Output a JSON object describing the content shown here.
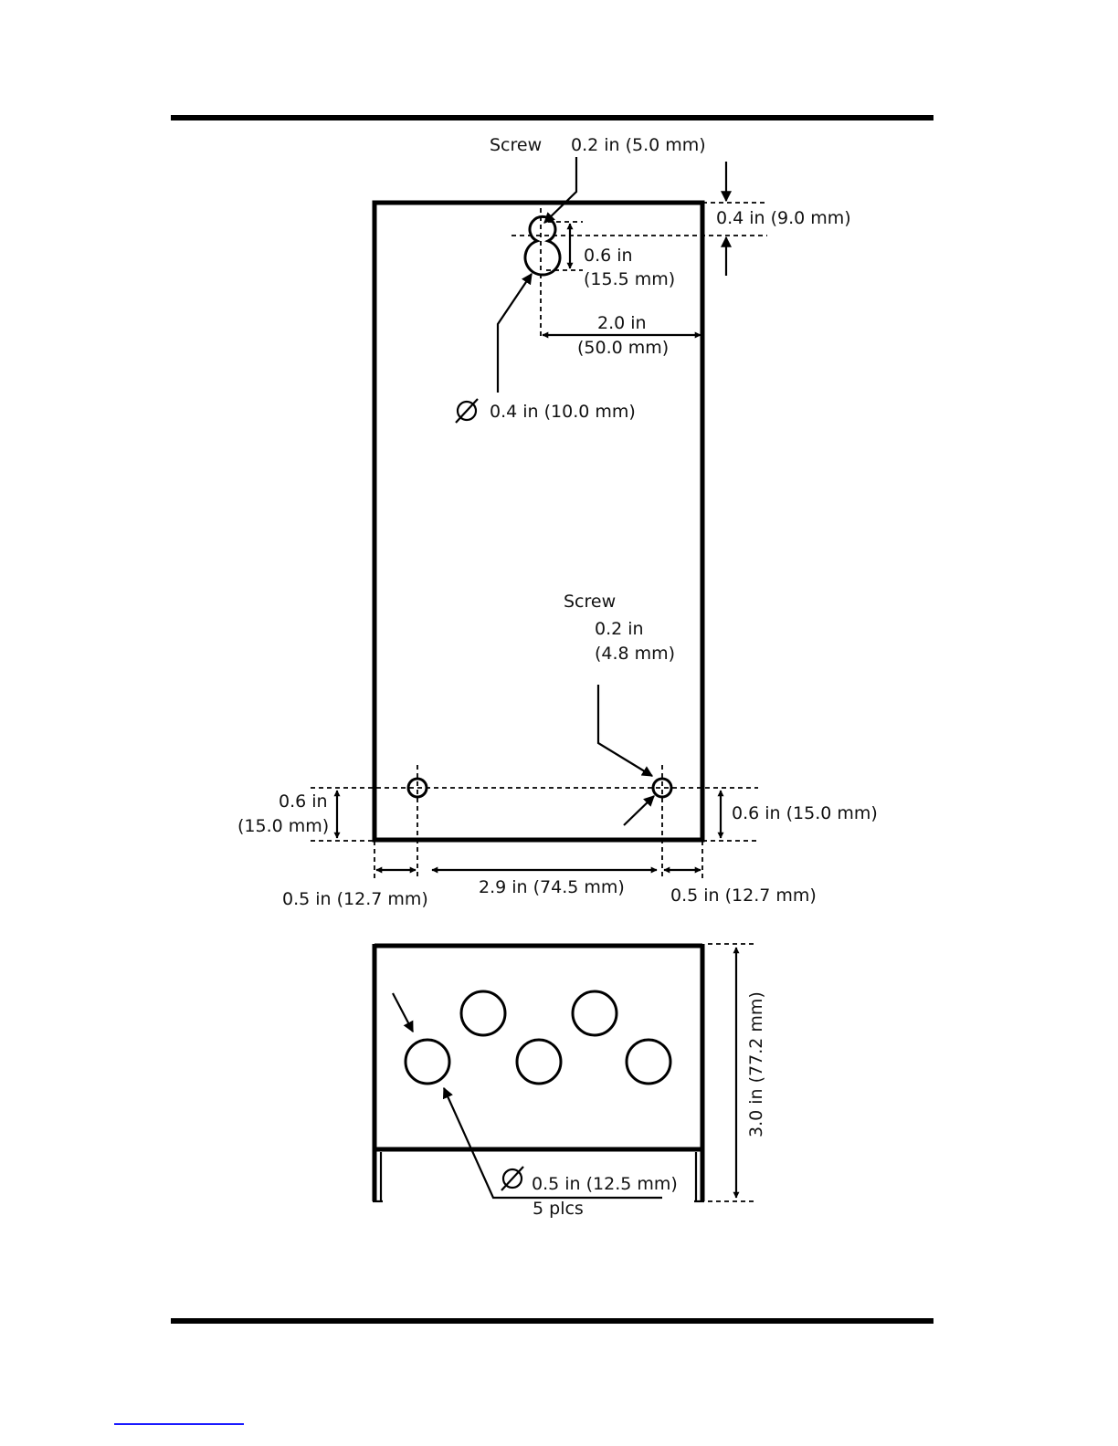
{
  "labels": {
    "screw_top": "Screw",
    "screw_top_size": "0.2 in (5.0 mm)",
    "top_offset": "0.4 in (9.0 mm)",
    "keyhole_len_in": "0.6 in",
    "keyhole_len_mm": "(15.5 mm)",
    "keyhole_right_in": "2.0 in",
    "keyhole_right_mm": "(50.0 mm)",
    "keyhole_dia": "0.4 in (10.0 mm)",
    "screw_bottom": "Screw",
    "screw_bottom_in": "0.2 in",
    "screw_bottom_mm": "(4.8 mm)",
    "bottom_left_in": "0.6 in",
    "bottom_left_mm": "(15.0 mm)",
    "bottom_right": "0.6 in (15.0 mm)",
    "edge_left": "0.5 in (12.7 mm)",
    "hole_spacing": "2.9 in (74.5 mm)",
    "edge_right": "0.5 in (12.7 mm)",
    "height": "3.0 in (77.2 mm)",
    "knockout_dia": "0.5 in (12.5  mm)",
    "knockout_count": "5 plcs"
  },
  "symbols": {
    "diameter_icon": "diameter-symbol"
  },
  "colors": {
    "line": "#000000",
    "text": "#111111",
    "link_underline": "#1a1aff"
  }
}
